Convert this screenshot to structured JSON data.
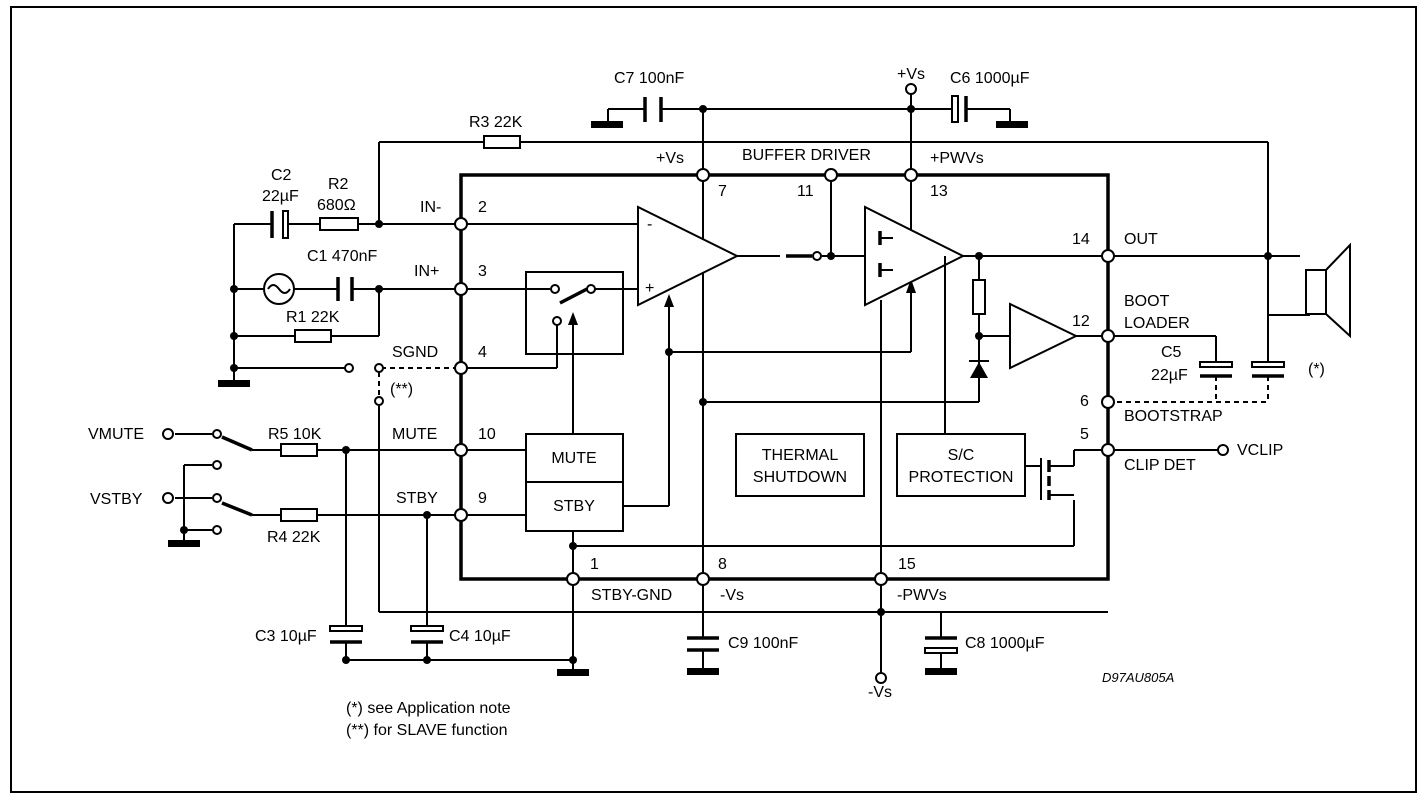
{
  "diagram": {
    "labels": {
      "c7": "C7 100nF",
      "vs_top": "+Vs",
      "c6": "C6 1000µF",
      "r3": "R3 22K",
      "vs_ic": "+Vs",
      "buffer_driver": "BUFFER DRIVER",
      "pwvs_top": "+PWVs",
      "c2_name": "C2",
      "c2_val": "22µF",
      "r2_name": "R2",
      "r2_val": "680Ω",
      "in_minus": "IN-",
      "c1": "C1 470nF",
      "in_plus": "IN+",
      "r1": "R1 22K",
      "sgnd": "SGND",
      "slave_mark": "(**)",
      "vmute": "VMUTE",
      "r5": "R5 10K",
      "mute_pin": "MUTE",
      "vstby": "VSTBY",
      "stby_pin": "STBY",
      "r4": "R4 22K",
      "c3": "C3 10µF",
      "c4": "C4 10µF",
      "mute_block": "MUTE",
      "stby_block": "STBY",
      "thermal_1": "THERMAL",
      "thermal_2": "SHUTDOWN",
      "sc_1": "S/C",
      "sc_2": "PROTECTION",
      "out": "OUT",
      "boot_1": "BOOT",
      "boot_2": "LOADER",
      "c5_name": "C5",
      "c5_val": "22µF",
      "app_mark": "(*)",
      "bootstrap": "BOOTSTRAP",
      "clip_det": "CLIP DET",
      "vclip": "VCLIP",
      "stby_gnd": "STBY-GND",
      "minus_vs": "-Vs",
      "minus_pwvs": "-PWVs",
      "c9": "C9 100nF",
      "c8": "C8 1000µF",
      "vs_bottom": "-Vs",
      "drawing_code": "D97AU805A",
      "note_1": "(*) see Application note",
      "note_2": "(**) for SLAVE function",
      "opamp_minus": "-",
      "opamp_plus": "+"
    },
    "pins": {
      "p2": "2",
      "p3": "3",
      "p4": "4",
      "p10": "10",
      "p9": "9",
      "p7": "7",
      "p11": "11",
      "p13": "13",
      "p14": "14",
      "p12": "12",
      "p6": "6",
      "p5": "5",
      "p1": "1",
      "p8": "8",
      "p15": "15"
    }
  }
}
